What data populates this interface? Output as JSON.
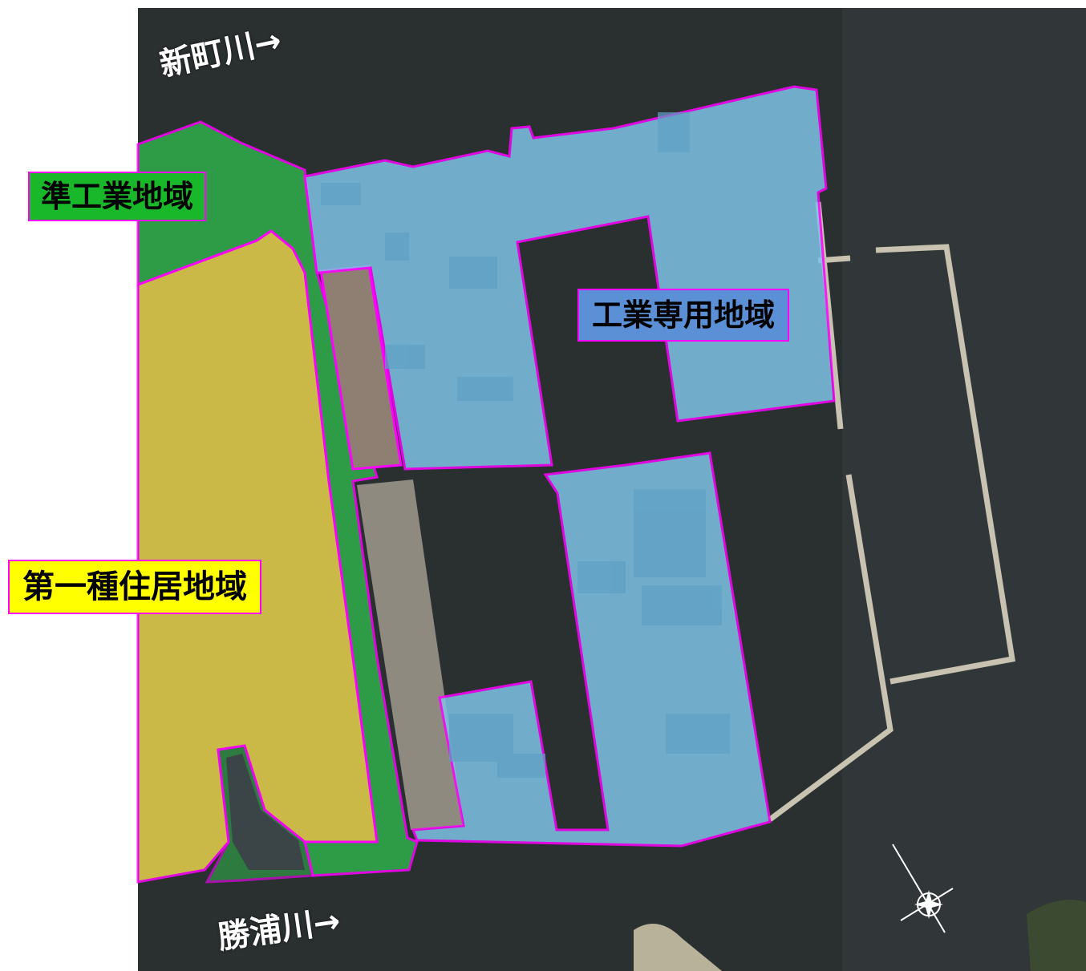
{
  "map": {
    "zones": [
      {
        "id": "industrial-exclusive",
        "label": "工業専用地域",
        "fill": "#7ec3e6",
        "label_bg": "#5b8fd6"
      },
      {
        "id": "quasi-industrial",
        "label": "準工業地域",
        "fill": "#2fae4a",
        "label_bg": "#19b82a"
      },
      {
        "id": "residential-1",
        "label": "第一種住居地域",
        "fill": "#e6d24a",
        "label_bg": "#ffff00"
      }
    ],
    "rivers": [
      {
        "id": "shinmachi",
        "label": "新町川→"
      },
      {
        "id": "katsuura",
        "label": "勝浦川→"
      }
    ],
    "colors": {
      "boundary": "#ff00ff",
      "water": "#2a2f30",
      "land": "#9a9a86",
      "breakwater": "#c8c2b0"
    },
    "icons": [
      "compass-rose-icon"
    ]
  }
}
